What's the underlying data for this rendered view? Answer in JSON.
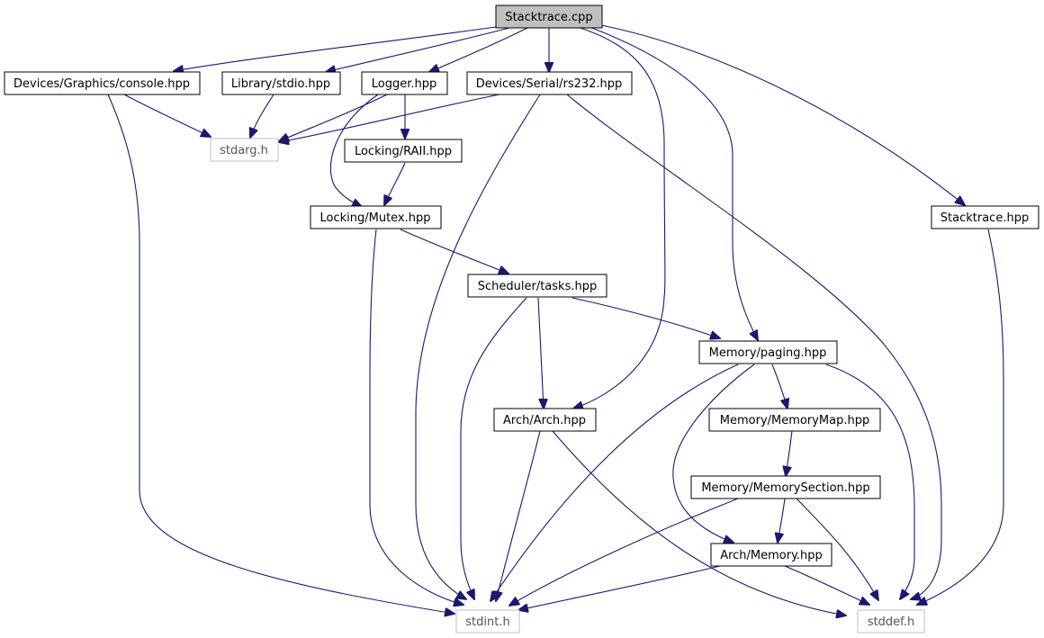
{
  "colors": {
    "edge": "#191970",
    "root_fill": "#bfbfbf",
    "node_border": "#000000",
    "system_header_border": "#bfbfbf"
  },
  "nodes": {
    "stacktrace_cpp": "Stacktrace.cpp",
    "console_hpp": "Devices/Graphics/console.hpp",
    "stdio_hpp": "Library/stdio.hpp",
    "logger_hpp": "Logger.hpp",
    "rs232_hpp": "Devices/Serial/rs232.hpp",
    "stdarg_h": "stdarg.h",
    "raii_hpp": "Locking/RAII.hpp",
    "mutex_hpp": "Locking/Mutex.hpp",
    "stacktrace_hpp": "Stacktrace.hpp",
    "tasks_hpp": "Scheduler/tasks.hpp",
    "paging_hpp": "Memory/paging.hpp",
    "arch_hpp": "Arch/Arch.hpp",
    "memorymap_hpp": "Memory/MemoryMap.hpp",
    "memorysection_hpp": "Memory/MemorySection.hpp",
    "archmemory_hpp": "Arch/Memory.hpp",
    "stdint_h": "stdint.h",
    "stddef_h": "stddef.h"
  },
  "edges": [
    [
      "stacktrace_cpp",
      "console_hpp"
    ],
    [
      "stacktrace_cpp",
      "stdio_hpp"
    ],
    [
      "stacktrace_cpp",
      "logger_hpp"
    ],
    [
      "stacktrace_cpp",
      "rs232_hpp"
    ],
    [
      "stacktrace_cpp",
      "arch_hpp"
    ],
    [
      "stacktrace_cpp",
      "paging_hpp"
    ],
    [
      "stacktrace_cpp",
      "stacktrace_hpp"
    ],
    [
      "console_hpp",
      "stdarg_h"
    ],
    [
      "console_hpp",
      "stdint_h"
    ],
    [
      "stdio_hpp",
      "stdarg_h"
    ],
    [
      "logger_hpp",
      "stdarg_h"
    ],
    [
      "logger_hpp",
      "raii_hpp"
    ],
    [
      "logger_hpp",
      "mutex_hpp"
    ],
    [
      "rs232_hpp",
      "stdarg_h"
    ],
    [
      "rs232_hpp",
      "stdint_h"
    ],
    [
      "rs232_hpp",
      "stddef_h"
    ],
    [
      "raii_hpp",
      "mutex_hpp"
    ],
    [
      "mutex_hpp",
      "tasks_hpp"
    ],
    [
      "mutex_hpp",
      "stdint_h"
    ],
    [
      "tasks_hpp",
      "paging_hpp"
    ],
    [
      "tasks_hpp",
      "arch_hpp"
    ],
    [
      "tasks_hpp",
      "stdint_h"
    ],
    [
      "paging_hpp",
      "memorymap_hpp"
    ],
    [
      "paging_hpp",
      "archmemory_hpp"
    ],
    [
      "paging_hpp",
      "stdint_h"
    ],
    [
      "paging_hpp",
      "stddef_h"
    ],
    [
      "arch_hpp",
      "stdint_h"
    ],
    [
      "arch_hpp",
      "stddef_h"
    ],
    [
      "memorymap_hpp",
      "memorysection_hpp"
    ],
    [
      "memorysection_hpp",
      "archmemory_hpp"
    ],
    [
      "memorysection_hpp",
      "stdint_h"
    ],
    [
      "memorysection_hpp",
      "stddef_h"
    ],
    [
      "archmemory_hpp",
      "stdint_h"
    ],
    [
      "archmemory_hpp",
      "stddef_h"
    ],
    [
      "stacktrace_hpp",
      "stddef_h"
    ]
  ]
}
